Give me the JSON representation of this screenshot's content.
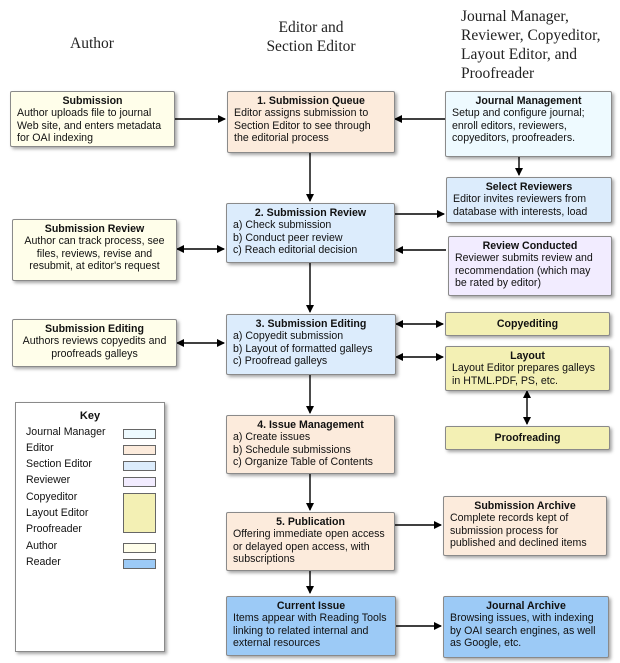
{
  "headers": {
    "author": "Author",
    "editor": "Editor and\nSection Editor",
    "journal": "Journal Manager,\nReviewer, Copyeditor,\nLayout Editor, and\nProofreader"
  },
  "colors": {
    "journal_manager": "#eefaff",
    "editor": "#fcebdc",
    "section_editor": "#dcecfc",
    "reviewer": "#f2ecff",
    "copyeditor": "#f3f0b4",
    "author": "#fffeea",
    "reader": "#9ccaf6"
  },
  "boxes": {
    "submission": {
      "title": "Submission",
      "body": "Author uploads file to journal Web site, and enters metadata for OAI indexing"
    },
    "queue": {
      "title": "1. Submission Queue",
      "body": "Editor assigns submission to Section Editor to see through the editorial process"
    },
    "journal_mgmt": {
      "title": "Journal Management",
      "body": "Setup and configure journal; enroll editors, reviewers, copyeditors, proofreaders."
    },
    "select_reviewers": {
      "title": "Select Reviewers",
      "body": "Editor invites reviewers from database with interests, load"
    },
    "sub_review_author": {
      "title": "Submission Review",
      "body": "Author can track process, see files, reviews, revise and resubmit, at editor's request"
    },
    "sub_review": {
      "title": "2. Submission Review",
      "body": "a) Check submission\nb) Conduct peer review\nc) Reach editorial decision"
    },
    "review_conducted": {
      "title": "Review Conducted",
      "body": "Reviewer submits review and recommendation (which may be rated by editor)"
    },
    "sub_editing_author": {
      "title": "Submission Editing",
      "body": "Authors reviews copyedits and proofreads galleys"
    },
    "sub_editing": {
      "title": "3. Submission Editing",
      "body": "a) Copyedit submission\nb) Layout of formatted galleys\nc) Proofread galleys"
    },
    "copyediting": {
      "title": "Copyediting",
      "body": ""
    },
    "layout": {
      "title": "Layout",
      "body": "Layout Editor prepares galleys in HTML.PDF, PS, etc."
    },
    "proofreading": {
      "title": "Proofreading",
      "body": ""
    },
    "issue_mgmt": {
      "title": "4. Issue Management",
      "body": "a) Create issues\nb) Schedule submissions\nc) Organize Table of Contents"
    },
    "publication": {
      "title": "5. Publication",
      "body": "Offering immediate open access or delayed open access, with subscriptions"
    },
    "sub_archive": {
      "title": "Submission Archive",
      "body": "Complete records kept of submission process for published and declined items"
    },
    "current_issue": {
      "title": "Current Issue",
      "body": "Items appear with Reading Tools linking to related internal and external resources"
    },
    "journal_archive": {
      "title": "Journal Archive",
      "body": "Browsing issues, with indexing by OAI search engines, as well as Google, etc."
    }
  },
  "key": {
    "title": "Key",
    "items": {
      "journal_manager": "Journal Manager",
      "editor": "Editor",
      "section_editor": "Section Editor",
      "reviewer": "Reviewer",
      "copyeditor": "Copyeditor",
      "layout_editor": "Layout Editor",
      "proofreader": "Proofreader",
      "author": "Author",
      "reader": "Reader"
    }
  }
}
